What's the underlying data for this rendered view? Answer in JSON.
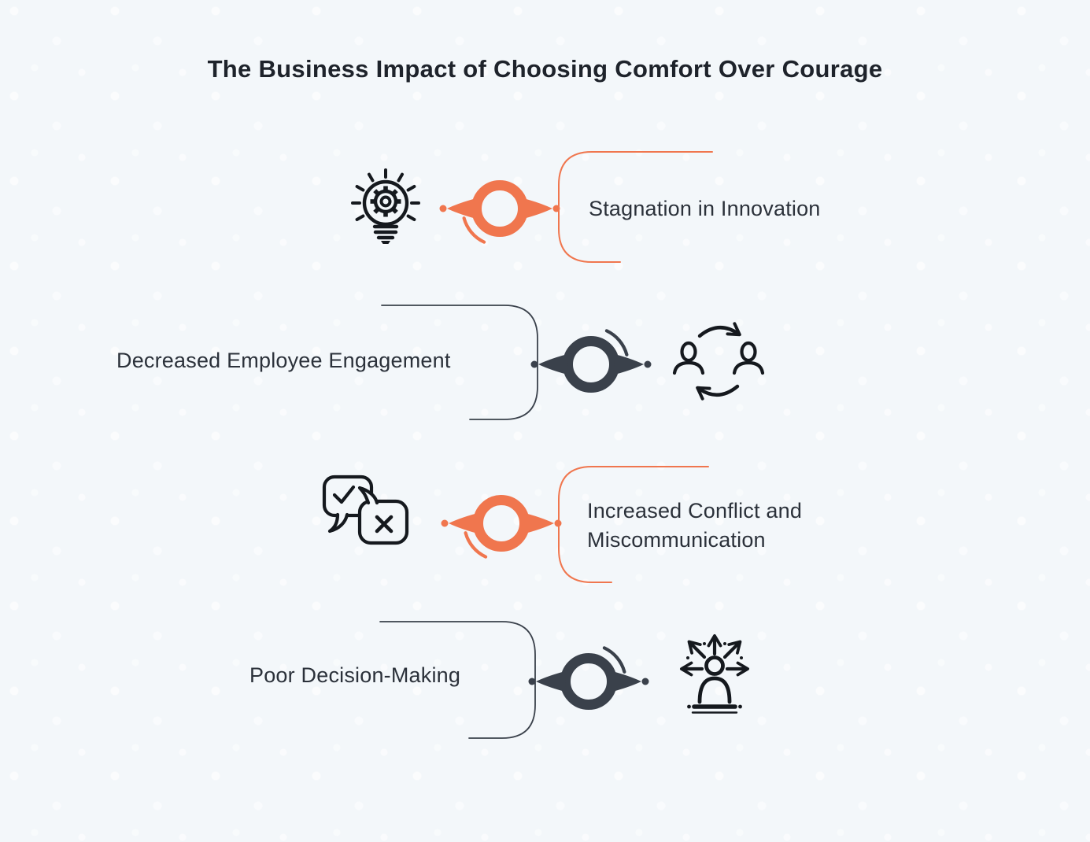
{
  "title": "The Business Impact of Choosing Comfort Over Courage",
  "items": [
    {
      "label": "Stagnation in Innovation",
      "icon": "lightbulb-gear-icon",
      "accent": "#f0764e",
      "branch_side": "right"
    },
    {
      "label": "Decreased Employee Engagement",
      "icon": "people-sync-icon",
      "accent": "#3a414b",
      "branch_side": "left"
    },
    {
      "label": "Increased Conflict and Miscommunication",
      "icon": "chat-check-cross-icon",
      "accent": "#f0764e",
      "branch_side": "right"
    },
    {
      "label": "Poor Decision-Making",
      "icon": "decision-paths-icon",
      "accent": "#3a414b",
      "branch_side": "left"
    }
  ],
  "colors": {
    "background": "#f3f7fa",
    "accent_orange": "#f0764e",
    "accent_dark": "#3a414b",
    "icon_stroke": "#15191e",
    "text": "#2b313a",
    "title": "#1e232b"
  }
}
